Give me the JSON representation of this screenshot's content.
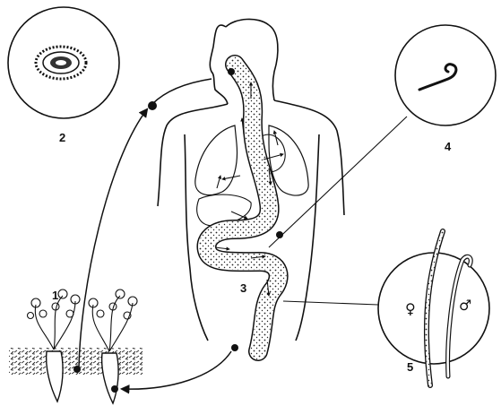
{
  "labels": {
    "carrot_plants": "1",
    "egg": "2",
    "digestive_tract": "3",
    "larva": "4",
    "adult_worms": "5"
  },
  "symbols": {
    "female": "♀",
    "male": "♂"
  },
  "colors": {
    "ink": "#111111",
    "background": "#ffffff",
    "stipple": "#222222"
  }
}
